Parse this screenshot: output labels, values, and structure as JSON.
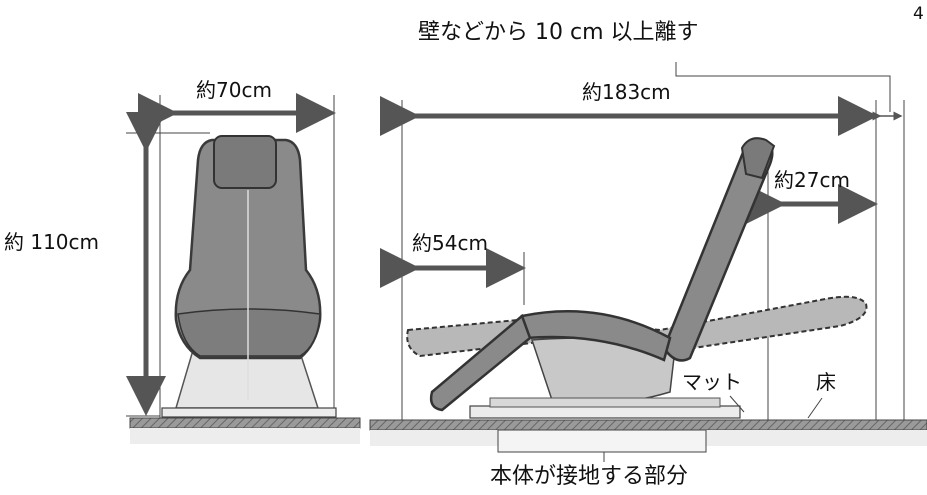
{
  "page_number": "4",
  "labels": {
    "wall_clearance": "壁などから 10 cm 以上離す",
    "front_width": "約70cm",
    "front_height": "約 110cm",
    "side_length": "約183cm",
    "leg_extension": "約54cm",
    "back_clearance": "約27cm",
    "mat": "マット",
    "floor": "床",
    "contact_area": "本体が接地する部分"
  },
  "colors": {
    "chair_fill": "#8a8a8a",
    "chair_dark": "#5a5a5a",
    "chair_light": "#b8b8b8",
    "base_fill": "#e4e4e4",
    "floor_fill": "#9a9a9a",
    "arrow": "#555555",
    "line": "#444444"
  }
}
